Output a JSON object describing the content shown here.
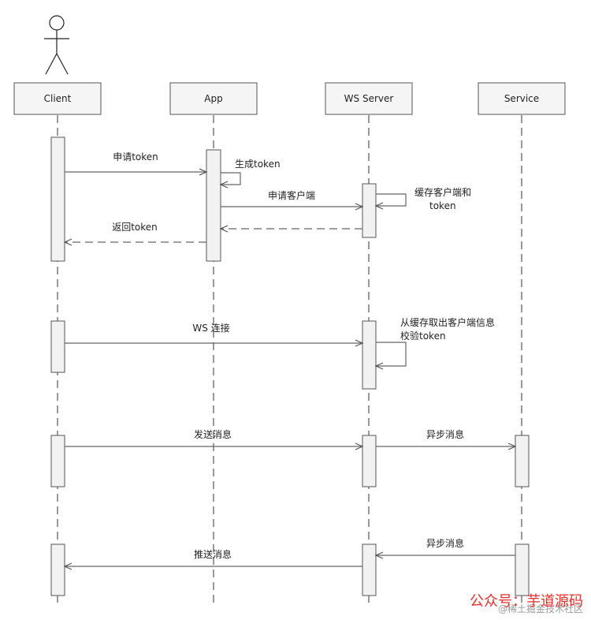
{
  "participants": [
    {
      "id": "client",
      "label": "Client"
    },
    {
      "id": "app",
      "label": "App"
    },
    {
      "id": "ws",
      "label": "WS Server"
    },
    {
      "id": "service",
      "label": "Service"
    }
  ],
  "messages": {
    "apply_token": "申请token",
    "generate_token": "生成token",
    "apply_client": "申请客户端",
    "cache_client_line1": "缓存客户端和",
    "cache_client_line2": "token",
    "return_token": "返回token",
    "ws_connect": "WS 连接",
    "validate_line1": "从缓存取出客户端信息",
    "validate_line2": "校验token",
    "send_message": "发送消息",
    "async_message_1": "异步消息",
    "async_message_2": "异步消息",
    "push_message": "推送消息"
  },
  "watermark": {
    "main": "公众号：芋道源码",
    "sub": "@稀土掘金技术社区"
  }
}
